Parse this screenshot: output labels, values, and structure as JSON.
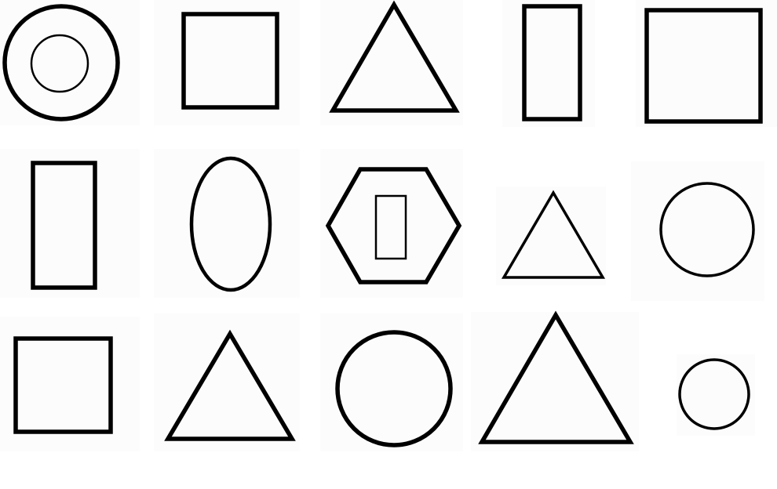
{
  "shapes": [
    {
      "row": 1,
      "col": 1,
      "kind": "circle",
      "contains": "circle"
    },
    {
      "row": 1,
      "col": 2,
      "kind": "square"
    },
    {
      "row": 1,
      "col": 3,
      "kind": "triangle"
    },
    {
      "row": 1,
      "col": 4,
      "kind": "rectangle"
    },
    {
      "row": 1,
      "col": 5,
      "kind": "square"
    },
    {
      "row": 2,
      "col": 1,
      "kind": "rectangle"
    },
    {
      "row": 2,
      "col": 2,
      "kind": "ellipse"
    },
    {
      "row": 2,
      "col": 3,
      "kind": "hexagon",
      "contains": "rectangle"
    },
    {
      "row": 2,
      "col": 4,
      "kind": "triangle"
    },
    {
      "row": 2,
      "col": 5,
      "kind": "circle"
    },
    {
      "row": 3,
      "col": 1,
      "kind": "square"
    },
    {
      "row": 3,
      "col": 2,
      "kind": "triangle"
    },
    {
      "row": 3,
      "col": 3,
      "kind": "circle"
    },
    {
      "row": 3,
      "col": 4,
      "kind": "triangle"
    },
    {
      "row": 3,
      "col": 5,
      "kind": "circle"
    }
  ],
  "colors": {
    "background": "#ffffff",
    "panel": "#fcfcfc",
    "outline": "#000000"
  }
}
